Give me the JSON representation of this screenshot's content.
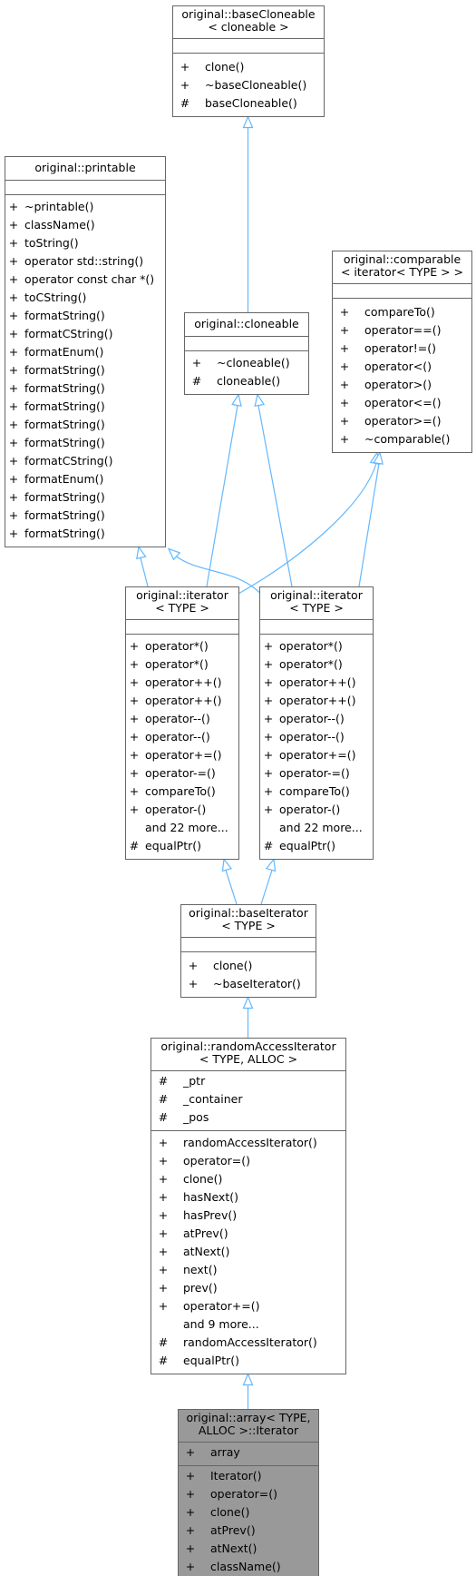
{
  "nodes": [
    {
      "id": "baseCloneable",
      "title": [
        "original::baseCloneable",
        "< cloneable >"
      ],
      "attributes": [],
      "methods": [
        {
          "vis": "+",
          "name": "clone()"
        },
        {
          "vis": "+",
          "name": "~baseCloneable()"
        },
        {
          "vis": "#",
          "name": "baseCloneable()"
        }
      ],
      "highlight": false
    },
    {
      "id": "printable",
      "title": [
        "original::printable"
      ],
      "attributes": [],
      "methods": [
        {
          "vis": "+",
          "name": "~printable()"
        },
        {
          "vis": "+",
          "name": "className()"
        },
        {
          "vis": "+",
          "name": "toString()"
        },
        {
          "vis": "+",
          "name": "operator std::string()"
        },
        {
          "vis": "+",
          "name": "operator const char *()"
        },
        {
          "vis": "+",
          "name": "toCString()"
        },
        {
          "vis": "+",
          "name": "formatString()"
        },
        {
          "vis": "+",
          "name": "formatCString()"
        },
        {
          "vis": "+",
          "name": "formatEnum()"
        },
        {
          "vis": "+",
          "name": "formatString()"
        },
        {
          "vis": "+",
          "name": "formatString()"
        },
        {
          "vis": "+",
          "name": "formatString()"
        },
        {
          "vis": "+",
          "name": "formatString()"
        },
        {
          "vis": "+",
          "name": "formatString()"
        },
        {
          "vis": "+",
          "name": "formatCString()"
        },
        {
          "vis": "+",
          "name": "formatEnum()"
        },
        {
          "vis": "+",
          "name": "formatString()"
        },
        {
          "vis": "+",
          "name": "formatString()"
        },
        {
          "vis": "+",
          "name": "formatString()"
        }
      ],
      "highlight": false
    },
    {
      "id": "cloneable",
      "title": [
        "original::cloneable"
      ],
      "attributes": [],
      "methods": [
        {
          "vis": "+",
          "name": "~cloneable()"
        },
        {
          "vis": "#",
          "name": "cloneable()"
        }
      ],
      "highlight": false
    },
    {
      "id": "comparable",
      "title": [
        "original::comparable",
        "< iterator< TYPE > >"
      ],
      "attributes": [],
      "methods": [
        {
          "vis": "+",
          "name": "compareTo()"
        },
        {
          "vis": "+",
          "name": "operator==()"
        },
        {
          "vis": "+",
          "name": "operator!=()"
        },
        {
          "vis": "+",
          "name": "operator<()"
        },
        {
          "vis": "+",
          "name": "operator>()"
        },
        {
          "vis": "+",
          "name": "operator<=()"
        },
        {
          "vis": "+",
          "name": "operator>=()"
        },
        {
          "vis": "+",
          "name": "~comparable()"
        }
      ],
      "highlight": false
    },
    {
      "id": "iterator1",
      "title": [
        "original::iterator",
        "< TYPE >"
      ],
      "attributes": [],
      "methods": [
        {
          "vis": "+",
          "name": "operator*()"
        },
        {
          "vis": "+",
          "name": "operator*()"
        },
        {
          "vis": "+",
          "name": "operator++()"
        },
        {
          "vis": "+",
          "name": "operator++()"
        },
        {
          "vis": "+",
          "name": "operator--()"
        },
        {
          "vis": "+",
          "name": "operator--()"
        },
        {
          "vis": "+",
          "name": "operator+=()"
        },
        {
          "vis": "+",
          "name": "operator-=()"
        },
        {
          "vis": "+",
          "name": "compareTo()"
        },
        {
          "vis": "+",
          "name": "operator-()"
        },
        {
          "vis": "",
          "name": "and 22 more..."
        },
        {
          "vis": "#",
          "name": "equalPtr()"
        }
      ],
      "highlight": false
    },
    {
      "id": "iterator2",
      "title": [
        "original::iterator",
        "< TYPE >"
      ],
      "attributes": [],
      "methods": [
        {
          "vis": "+",
          "name": "operator*()"
        },
        {
          "vis": "+",
          "name": "operator*()"
        },
        {
          "vis": "+",
          "name": "operator++()"
        },
        {
          "vis": "+",
          "name": "operator++()"
        },
        {
          "vis": "+",
          "name": "operator--()"
        },
        {
          "vis": "+",
          "name": "operator--()"
        },
        {
          "vis": "+",
          "name": "operator+=()"
        },
        {
          "vis": "+",
          "name": "operator-=()"
        },
        {
          "vis": "+",
          "name": "compareTo()"
        },
        {
          "vis": "+",
          "name": "operator-()"
        },
        {
          "vis": "",
          "name": "and 22 more..."
        },
        {
          "vis": "#",
          "name": "equalPtr()"
        }
      ],
      "highlight": false
    },
    {
      "id": "baseIterator",
      "title": [
        "original::baseIterator",
        "< TYPE >"
      ],
      "attributes": [],
      "methods": [
        {
          "vis": "+",
          "name": "clone()"
        },
        {
          "vis": "+",
          "name": "~baseIterator()"
        }
      ],
      "highlight": false
    },
    {
      "id": "randomAccessIterator",
      "title": [
        "original::randomAccessIterator",
        "< TYPE, ALLOC >"
      ],
      "attributes": [
        {
          "vis": "#",
          "name": "_ptr"
        },
        {
          "vis": "#",
          "name": "_container"
        },
        {
          "vis": "#",
          "name": "_pos"
        }
      ],
      "methods": [
        {
          "vis": "+",
          "name": "randomAccessIterator()"
        },
        {
          "vis": "+",
          "name": "operator=()"
        },
        {
          "vis": "+",
          "name": "clone()"
        },
        {
          "vis": "+",
          "name": "hasNext()"
        },
        {
          "vis": "+",
          "name": "hasPrev()"
        },
        {
          "vis": "+",
          "name": "atPrev()"
        },
        {
          "vis": "+",
          "name": "atNext()"
        },
        {
          "vis": "+",
          "name": "next()"
        },
        {
          "vis": "+",
          "name": "prev()"
        },
        {
          "vis": "+",
          "name": "operator+=()"
        },
        {
          "vis": "",
          "name": "and 9 more..."
        },
        {
          "vis": "#",
          "name": "randomAccessIterator()"
        },
        {
          "vis": "#",
          "name": "equalPtr()"
        }
      ],
      "highlight": false
    },
    {
      "id": "arrayIterator",
      "title": [
        "original::array< TYPE,",
        "ALLOC >::Iterator"
      ],
      "attributes": [
        {
          "vis": "+",
          "name": "array"
        }
      ],
      "methods": [
        {
          "vis": "+",
          "name": "Iterator()"
        },
        {
          "vis": "+",
          "name": "operator=()"
        },
        {
          "vis": "+",
          "name": "clone()"
        },
        {
          "vis": "+",
          "name": "atPrev()"
        },
        {
          "vis": "+",
          "name": "atNext()"
        },
        {
          "vis": "+",
          "name": "className()"
        }
      ],
      "highlight": true
    }
  ],
  "edges": [
    {
      "from": "cloneable",
      "to": "baseCloneable"
    },
    {
      "from": "iterator1",
      "to": "printable"
    },
    {
      "from": "iterator1",
      "to": "cloneable"
    },
    {
      "from": "iterator1",
      "to": "comparable"
    },
    {
      "from": "iterator2",
      "to": "printable"
    },
    {
      "from": "iterator2",
      "to": "cloneable"
    },
    {
      "from": "iterator2",
      "to": "comparable"
    },
    {
      "from": "baseIterator",
      "to": "iterator1"
    },
    {
      "from": "baseIterator",
      "to": "iterator2"
    },
    {
      "from": "randomAccessIterator",
      "to": "baseIterator"
    },
    {
      "from": "arrayIterator",
      "to": "randomAccessIterator"
    }
  ]
}
